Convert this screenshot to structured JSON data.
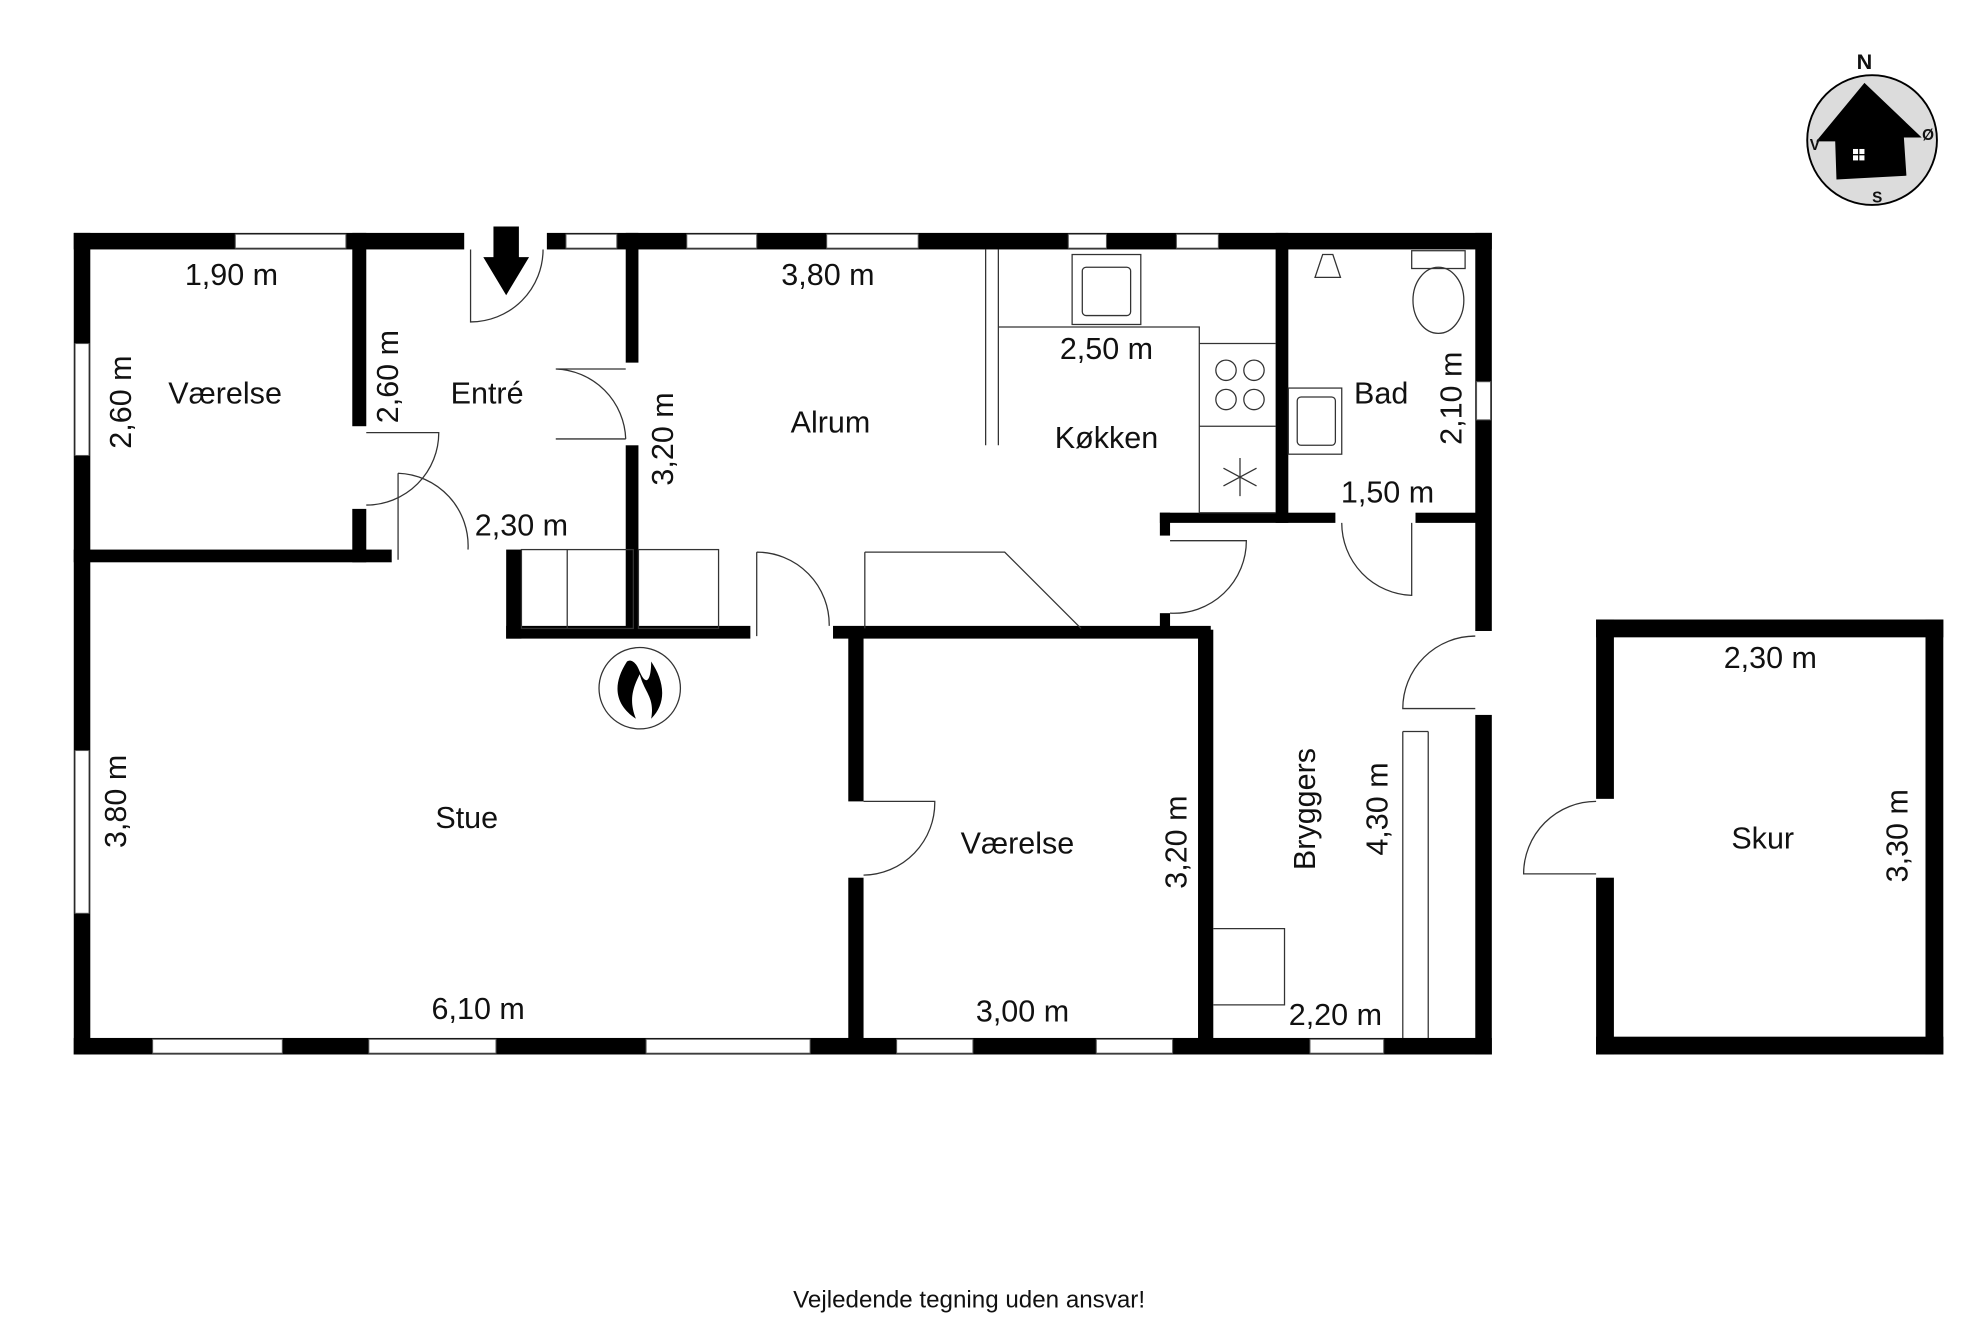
{
  "compass": {
    "north": "N",
    "east": "Ø",
    "south": "S",
    "west": "V",
    "fill": "#dcdcdc"
  },
  "rooms": {
    "vaerelse1": {
      "label": "Værelse",
      "width": "1,90 m",
      "depth": "2,60 m"
    },
    "entre": {
      "label": "Entré",
      "width": "2,30 m",
      "depth": "2,60 m"
    },
    "alrum": {
      "label": "Alrum",
      "width": "3,80 m",
      "depth": "3,20 m"
    },
    "koekken": {
      "label": "Køkken",
      "width": "2,50 m"
    },
    "bad": {
      "label": "Bad",
      "width": "1,50 m",
      "depth": "2,10 m"
    },
    "stue": {
      "label": "Stue",
      "width": "6,10 m",
      "depth": "3,80 m"
    },
    "vaerelse2": {
      "label": "Værelse",
      "width": "3,00 m",
      "depth": "3,20 m"
    },
    "bryggers": {
      "label": "Bryggers",
      "width": "2,20 m",
      "depth": "4,30 m"
    },
    "skur": {
      "label": "Skur",
      "width": "2,30 m",
      "depth": "3,30 m"
    }
  },
  "footer": "Vejledende tegning uden ansvar!"
}
